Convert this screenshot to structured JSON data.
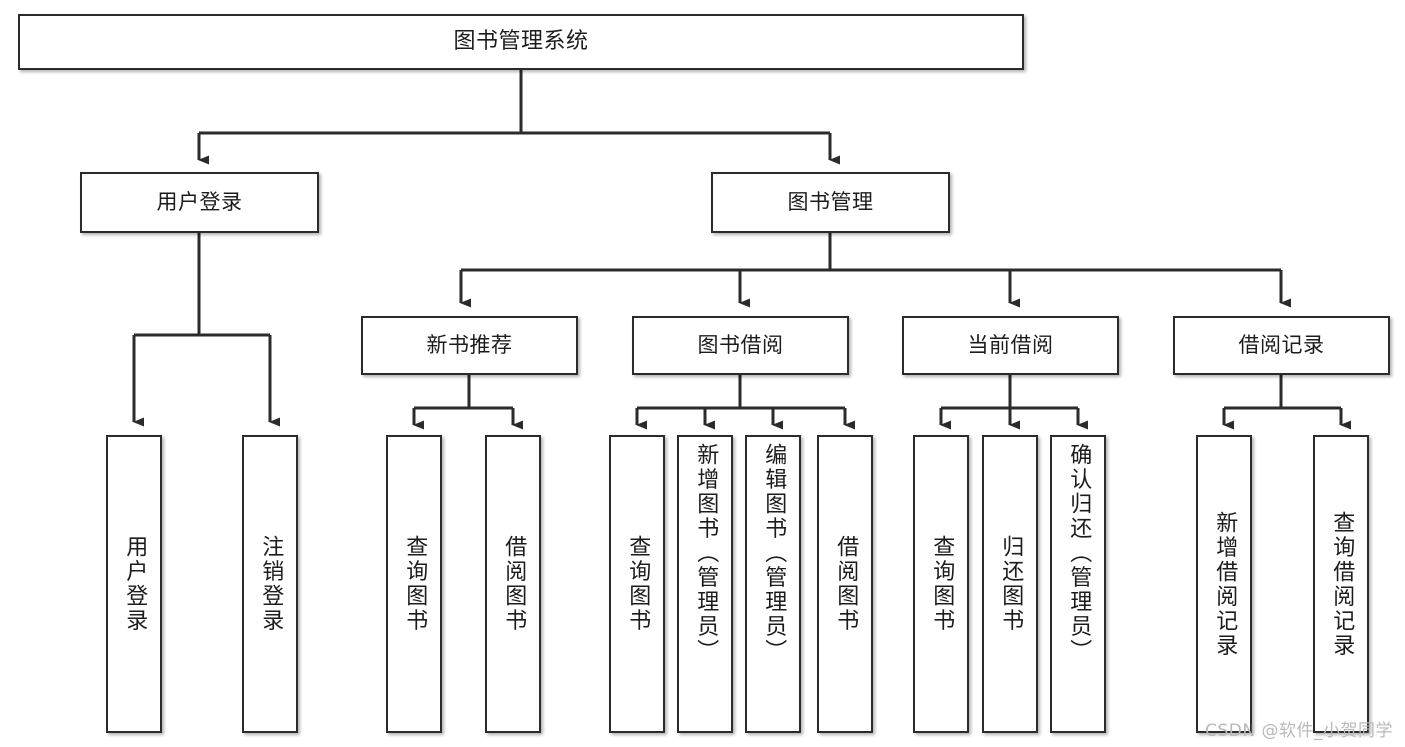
{
  "diagram": {
    "type": "tree",
    "title": "图书管理系统",
    "background_color": "#ffffff",
    "node_border_color": "#2b2b2b",
    "node_fill_color": "#ffffff",
    "edge_color": "#2b2b2b"
  },
  "root": {
    "label": "图书管理系统"
  },
  "level2": [
    {
      "label": "用户登录"
    },
    {
      "label": "图书管理"
    }
  ],
  "level3": [
    {
      "label": "新书推荐"
    },
    {
      "label": "图书借阅"
    },
    {
      "label": "当前借阅"
    },
    {
      "label": "借阅记录"
    }
  ],
  "leaves": {
    "user_login": [
      {
        "label": "用户登录"
      },
      {
        "label": "注销登录"
      }
    ],
    "new_book_recommend": [
      {
        "label": "查询图书"
      },
      {
        "label": "借阅图书"
      }
    ],
    "book_borrow": [
      {
        "label": "查询图书"
      },
      {
        "label": "新增图书（管理员）"
      },
      {
        "label": "编辑图书（管理员）"
      },
      {
        "label": "借阅图书"
      }
    ],
    "current_borrow": [
      {
        "label": "查询图书"
      },
      {
        "label": "归还图书"
      },
      {
        "label": "确认归还（管理员）"
      }
    ],
    "borrow_record": [
      {
        "label": "新增借阅记录"
      },
      {
        "label": "查询借阅记录"
      }
    ]
  },
  "watermark": {
    "text": "CSDN @软件_小贺同学"
  }
}
